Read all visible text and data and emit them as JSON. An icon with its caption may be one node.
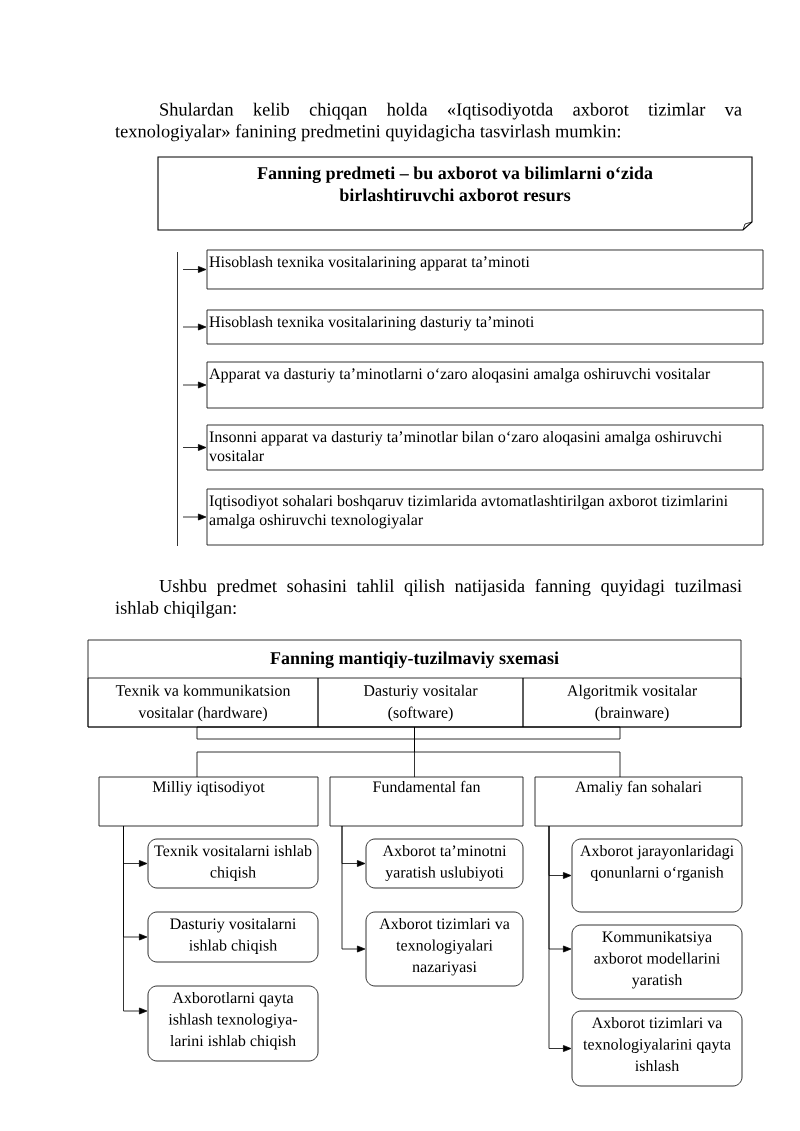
{
  "diagram": {
    "nodes": [
      {
        "text": [
          "Fanning predmeti – bu axborot va bilimlarni o‘zida birlashtiruvchi axborot resurs"
        ]
      },
      {
        "text": [
          "Hisoblash texnika vositalarining apparat ta’minoti"
        ]
      },
      {
        "text": [
          "Hisoblash texnika vositalarining dasturiy ta’minoti"
        ]
      },
      {
        "text": [
          "Apparat va dasturiy ta’minotlarni o‘zaro aloqasini amalga oshiruvchi vositalar"
        ]
      },
      {
        "text": [
          "Insonni apparat va dasturiy ta’minotlar bilan o‘zaro aloqasini amalga oshiruvchi vositalar"
        ]
      },
      {
        "text": [
          "Iqtisodiyot sohalari boshqaruv tizimlarida avtomatlashtirilgan axborot tizimlarini amalga oshiruvchi texnologiyalar"
        ]
      },
      {
        "text": [
          "Fanning mantiqiy-tuzilmaviy sxemasi"
        ]
      },
      {
        "text": [
          "Texnik va kommunikatsion vositalar (hardware)"
        ],
        "in": 6
      },
      {
        "text": [
          "Dasturiy vositalar (software)"
        ],
        "in": 6
      },
      {
        "text": [
          "Algoritmik vositalar (brainware)"
        ],
        "in": 6
      },
      {
        "text": [
          "Milliy iqtisodiyot"
        ]
      },
      {
        "text": [
          "Fundamental fan"
        ]
      },
      {
        "text": [
          "Amaliy fan sohalari"
        ]
      },
      {
        "text": [
          "Texnik vositalarni ishlab chiqish"
        ]
      },
      {
        "text": [
          "Dasturiy vositalarni ishlab chiqish"
        ]
      },
      {
        "text": [
          "Axborotlarni qayta ishlash texnologiya- larini ishlab chiqish"
        ]
      },
      {
        "text": [
          "Axborot ta’minotni yaratish uslubiyoti"
        ]
      },
      {
        "text": [
          "Axborot tizimlari va texnologiyalari nazariyasi"
        ]
      },
      {
        "text": [
          "Axborot jarayonlaridagi qonunlarni o‘rganish"
        ]
      },
      {
        "text": [
          "Kommunikatsiya axborot modellarini yaratish"
        ]
      },
      {
        "text": [
          "Axborot tizimlari va texnologiyalarini qayta ishlash"
        ]
      }
    ],
    "edges": [
      {
        "from": null,
        "to": 1,
        "arrow": "to"
      },
      {
        "from": null,
        "to": 2,
        "arrow": "to"
      },
      {
        "from": null,
        "to": 3,
        "arrow": "to"
      },
      {
        "from": null,
        "to": 4,
        "arrow": "to"
      },
      {
        "from": null,
        "to": 5,
        "arrow": "to"
      },
      {
        "from": 6,
        "to": 10,
        "arrow": "none"
      },
      {
        "from": 6,
        "to": 11,
        "arrow": "none"
      },
      {
        "from": 6,
        "to": 12,
        "arrow": "none"
      },
      {
        "from": 10,
        "to": 13,
        "arrow": "to"
      },
      {
        "from": 10,
        "to": 14,
        "arrow": "to"
      },
      {
        "from": 10,
        "to": 15,
        "arrow": "to"
      },
      {
        "from": 11,
        "to": 16,
        "arrow": "to"
      },
      {
        "from": 11,
        "to": 17,
        "arrow": "to"
      },
      {
        "from": 12,
        "to": 18,
        "arrow": "to"
      },
      {
        "from": 12,
        "to": 19,
        "arrow": "to"
      },
      {
        "from": 12,
        "to": 20,
        "arrow": "to"
      }
    ],
    "labels": [
      "Shulardan kelib chiqqan holda «Iqtisodiyotda axborot tizimlar va texnologiyalar» fanining predmetini quyidagicha tasvirlash mumkin:",
      "Ushbu predmet sohasini tahlil qilish natijasida fanning quyidagi tuzilmasi ishlab chiqilgan:"
    ]
  }
}
